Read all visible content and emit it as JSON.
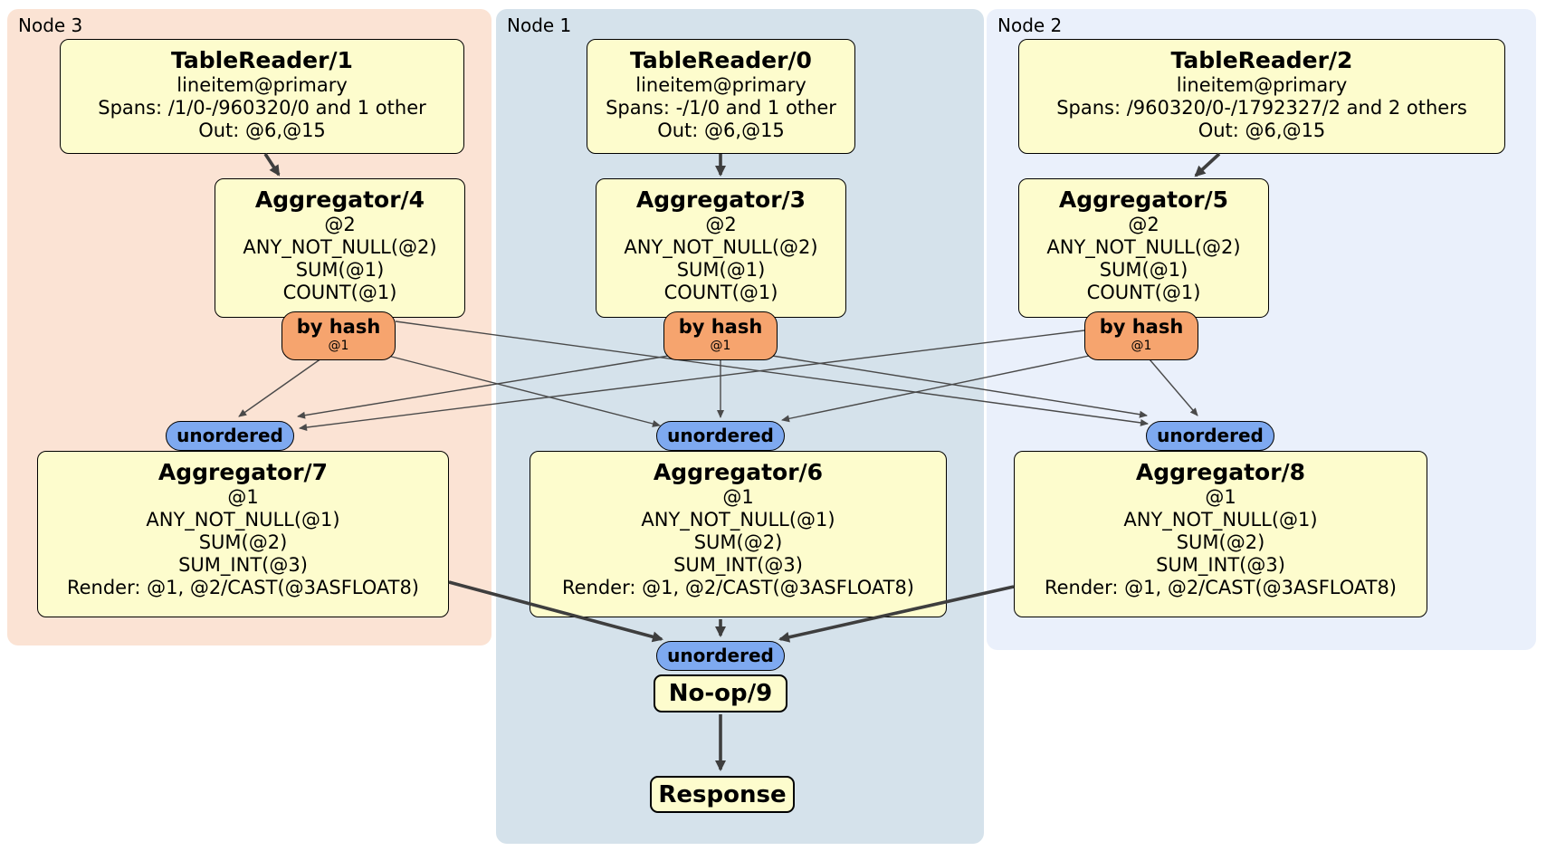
{
  "regions": [
    {
      "id": "node3",
      "label": "Node 3"
    },
    {
      "id": "node1",
      "label": "Node 1"
    },
    {
      "id": "node2",
      "label": "Node 2"
    }
  ],
  "boxes": {
    "tr1": {
      "title": "TableReader/1",
      "lines": [
        "lineitem@primary",
        "Spans: /1/0-/960320/0 and 1 other",
        "Out: @6,@15"
      ]
    },
    "tr0": {
      "title": "TableReader/0",
      "lines": [
        "lineitem@primary",
        "Spans: -/1/0 and 1 other",
        "Out: @6,@15"
      ]
    },
    "tr2": {
      "title": "TableReader/2",
      "lines": [
        "lineitem@primary",
        "Spans: /960320/0-/1792327/2 and 2 others",
        "Out: @6,@15"
      ]
    },
    "agg4": {
      "title": "Aggregator/4",
      "lines": [
        "@2",
        "ANY_NOT_NULL(@2)",
        "SUM(@1)",
        "COUNT(@1)"
      ]
    },
    "agg3": {
      "title": "Aggregator/3",
      "lines": [
        "@2",
        "ANY_NOT_NULL(@2)",
        "SUM(@1)",
        "COUNT(@1)"
      ]
    },
    "agg5": {
      "title": "Aggregator/5",
      "lines": [
        "@2",
        "ANY_NOT_NULL(@2)",
        "SUM(@1)",
        "COUNT(@1)"
      ]
    },
    "agg7": {
      "title": "Aggregator/7",
      "lines": [
        "@1",
        "ANY_NOT_NULL(@1)",
        "SUM(@2)",
        "SUM_INT(@3)",
        "Render: @1, @2/CAST(@3ASFLOAT8)"
      ]
    },
    "agg6": {
      "title": "Aggregator/6",
      "lines": [
        "@1",
        "ANY_NOT_NULL(@1)",
        "SUM(@2)",
        "SUM_INT(@3)",
        "Render: @1, @2/CAST(@3ASFLOAT8)"
      ]
    },
    "agg8": {
      "title": "Aggregator/8",
      "lines": [
        "@1",
        "ANY_NOT_NULL(@1)",
        "SUM(@2)",
        "SUM_INT(@3)",
        "Render: @1, @2/CAST(@3ASFLOAT8)"
      ]
    },
    "noop": {
      "title": "No-op/9"
    },
    "response": {
      "title": "Response"
    }
  },
  "router": {
    "label": "by hash",
    "detail": "@1"
  },
  "sync": {
    "label": "unordered"
  },
  "colors": {
    "node3_bg": "#fbe3d4",
    "node1_bg": "#d5e2eb",
    "node2_bg": "#eaf0fb",
    "box_fill": "#fdfccd",
    "router_fill": "#f6a46e",
    "sync_fill": "#7ea9f0",
    "border": "#000000",
    "edge_thin": "#4a4a4a",
    "edge_thick": "#3e3e3e",
    "page_bg": "#ffffff"
  }
}
